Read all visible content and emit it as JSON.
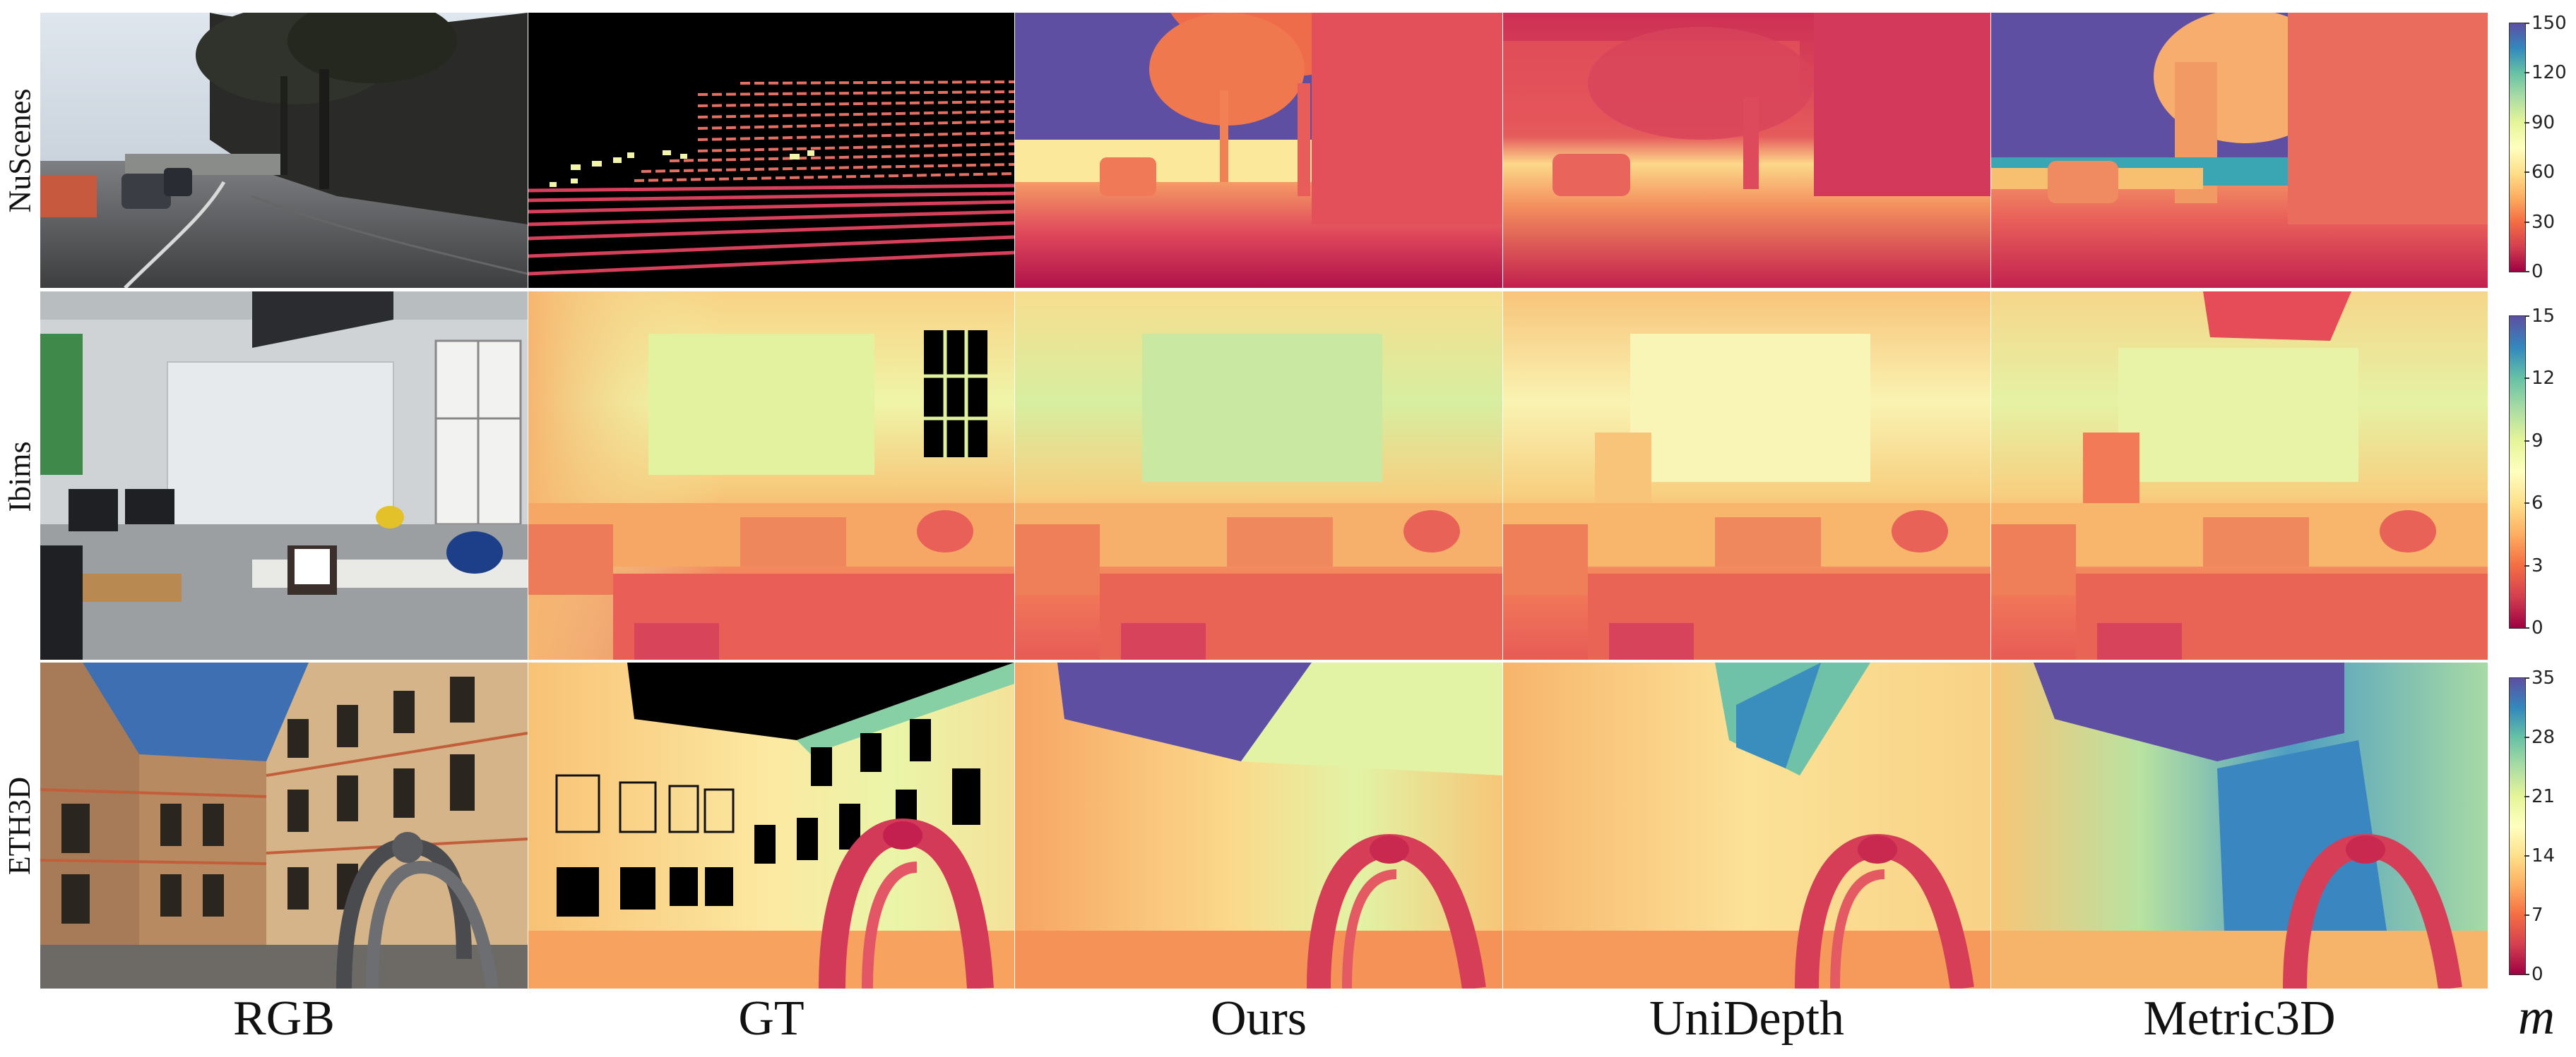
{
  "rows": [
    {
      "id": "nuscenes",
      "label": "NuScenes",
      "colorbar_ticks": [
        "150",
        "120",
        "90",
        "60",
        "30",
        "0"
      ]
    },
    {
      "id": "ibims",
      "label": "Ibims",
      "colorbar_ticks": [
        "15",
        "12",
        "9",
        "6",
        "3",
        "0"
      ]
    },
    {
      "id": "eth3d",
      "label": "ETH3D",
      "colorbar_ticks": [
        "35",
        "28",
        "21",
        "14",
        "7",
        "0"
      ]
    }
  ],
  "columns": [
    {
      "id": "rgb",
      "label": "RGB"
    },
    {
      "id": "gt",
      "label": "GT"
    },
    {
      "id": "ours",
      "label": "Ours"
    },
    {
      "id": "unidepth",
      "label": "UniDepth"
    },
    {
      "id": "metric3d",
      "label": "Metric3D"
    }
  ],
  "unit_label": "m",
  "colormap": [
    "#9e0142",
    "#d53e4f",
    "#f46d43",
    "#fdae61",
    "#fee08b",
    "#ffffbf",
    "#e6f598",
    "#abdda4",
    "#66c2a5",
    "#3288bd",
    "#5e4fa2"
  ]
}
